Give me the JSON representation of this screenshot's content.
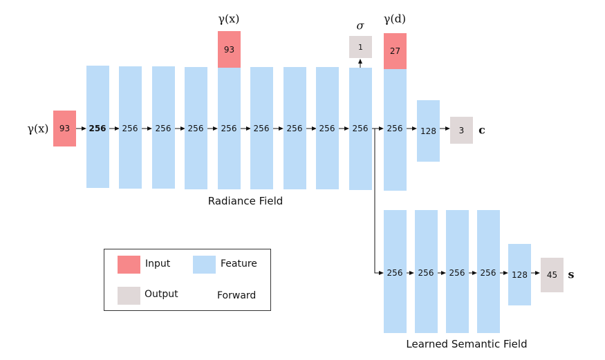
{
  "colors": {
    "input": "#f7888a",
    "feature": "#bcdcf8",
    "output": "#e0d8d8"
  },
  "radiance": {
    "input_symbol": "γ(x)",
    "input_value": "93",
    "layers": [
      "256",
      "256",
      "256",
      "256",
      "256",
      "256",
      "256",
      "256",
      "256",
      "256"
    ],
    "skip_symbol": "γ(x)",
    "skip_value": "93",
    "density_symbol": "σ",
    "density_value": "1",
    "dir_symbol": "γ(d)",
    "dir_value": "27",
    "layer_128": "128",
    "color_out_value": "3",
    "color_out_symbol": "c",
    "caption": "Radiance Field"
  },
  "semantic": {
    "layers": [
      "256",
      "256",
      "256",
      "256"
    ],
    "layer_128": "128",
    "out_value": "45",
    "out_symbol": "s",
    "caption": "Learned Semantic Field"
  },
  "legend": {
    "input": "Input",
    "feature": "Feature",
    "output": "Output",
    "forward": "Forward"
  }
}
